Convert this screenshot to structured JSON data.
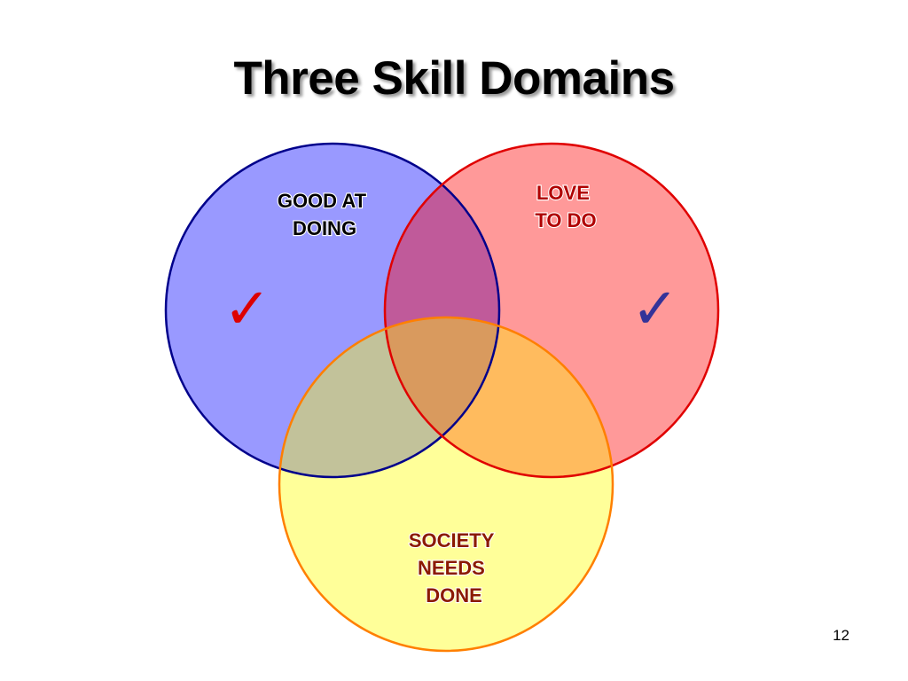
{
  "slide": {
    "title": "Three Skill Domains",
    "page_number": "12"
  },
  "venn": {
    "circles": [
      {
        "id": "good-at-doing",
        "lines": [
          "GOOD AT",
          "DOING"
        ],
        "fill": "#9999ff",
        "stroke": "#00008b",
        "label_color": "#000000"
      },
      {
        "id": "love-to-do",
        "lines": [
          "LOVE",
          "TO DO"
        ],
        "fill": "#ff9999",
        "stroke": "#e00000",
        "label_color": "#b00000"
      },
      {
        "id": "society-needs-done",
        "lines": [
          "SOCIETY",
          "NEEDS",
          "DONE"
        ],
        "fill": "#ffff99",
        "stroke": "#ff7f00",
        "label_color": "#8b1a00"
      }
    ],
    "overlap_colors": {
      "blue_red": "#c05a9a",
      "blue_yellow": "#c2c29a",
      "red_yellow": "#ffbb5e",
      "center": "#d99a5e"
    },
    "checkmarks": [
      {
        "icon": "check-icon",
        "glyph": "✓",
        "color": "#dd0000"
      },
      {
        "icon": "check-icon",
        "glyph": "✓",
        "color": "#333399"
      }
    ]
  }
}
